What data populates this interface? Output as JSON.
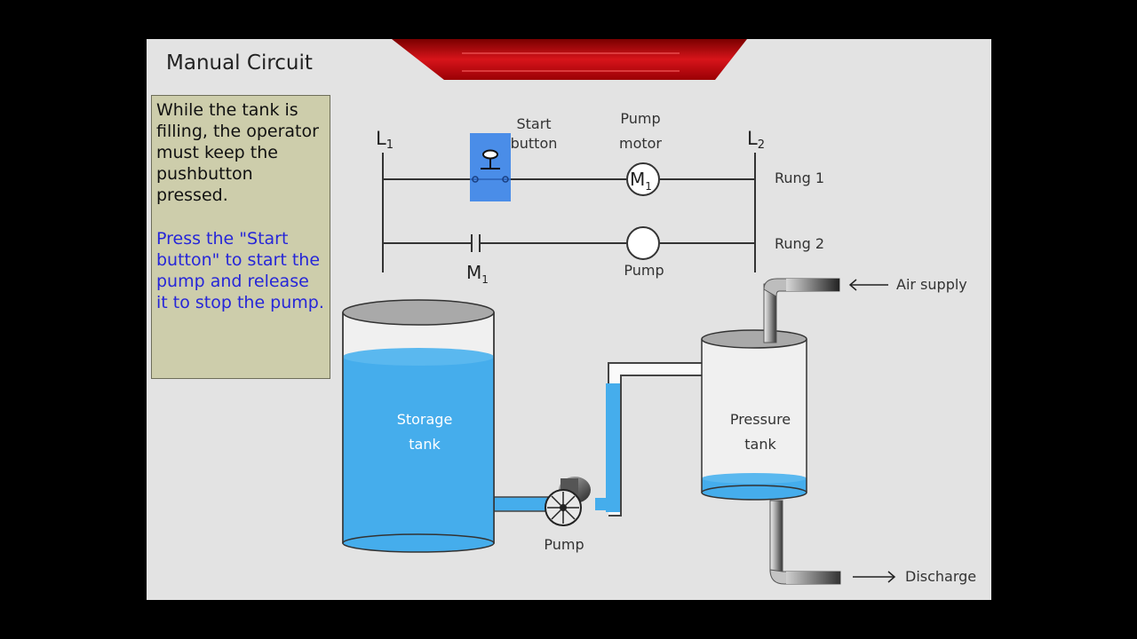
{
  "title": "Manual Circuit",
  "info": {
    "description": "While the tank is filling, the operator must keep the pushbutton pressed.",
    "instruction": "Press the \"Start button\" to start the pump and release it to stop the pump."
  },
  "ladder": {
    "l1": "L",
    "l1_sub": "1",
    "l2": "L",
    "l2_sub": "2",
    "start_button_line1": "Start",
    "start_button_line2": "button",
    "pump_motor_line1": "Pump",
    "pump_motor_line2": "motor",
    "coil_label": "M",
    "coil_sub": "1",
    "contact_label": "M",
    "contact_sub": "1",
    "pump_lamp_label": "Pump",
    "rung1": "Rung 1",
    "rung2": "Rung 2"
  },
  "process": {
    "storage_line1": "Storage",
    "storage_line2": "tank",
    "pressure_line1": "Pressure",
    "pressure_line2": "tank",
    "pump_label": "Pump",
    "air_supply": "Air supply",
    "discharge": "Discharge"
  },
  "colors": {
    "water": "#45adec",
    "button": "#4a8de8",
    "banner": "#c8070b",
    "info_bg": "#cdcdab",
    "instruction_text": "#2626d8"
  }
}
